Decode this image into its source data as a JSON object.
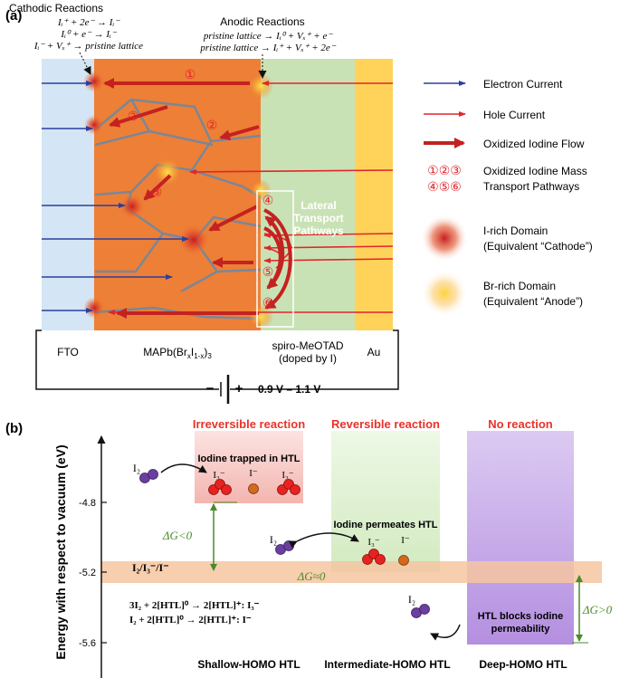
{
  "panel_a": {
    "label": "(a)",
    "cathodic": {
      "title": "Cathodic Reactions",
      "eq1": "Iᵢ⁺ + 2e⁻ → Iᵢ⁻",
      "eq2": "Iᵢ⁰ + e⁻ → Iᵢ⁻",
      "eq3": "Iᵢ⁻ + Vₓ⁺ → pristine lattice"
    },
    "anodic": {
      "title": "Anodic Reactions",
      "eq1": "pristine lattice → Iᵢ⁰ + Vₓ⁺ + e⁻",
      "eq2": "pristine lattice → Iᵢ⁺ + Vₓ⁺ + 2e⁻"
    },
    "layers": {
      "fto": "FTO",
      "perovskite": "MAPb(Br",
      "perovskite_x": "x",
      "perovskite_mid": "I",
      "perovskite_1x": "1-x",
      "perovskite_end": ")",
      "perovskite_3": "3",
      "htl": "spiro-MeOTAD",
      "htl_sub": "(doped by I)",
      "au": "Au"
    },
    "battery": {
      "minus": "−",
      "plus": "+",
      "voltage": "0.9 V – 1.1 V"
    },
    "lateral": {
      "line1": "Lateral",
      "line2": "Transport",
      "line3": "Pathways"
    },
    "pathway_numbers": [
      "①",
      "②",
      "②",
      "③",
      "④",
      "⑤",
      "⑥"
    ],
    "legend": {
      "electron": "Electron Current",
      "hole": "Hole Current",
      "iodine_flow": "Oxidized Iodine Flow",
      "mass_nums1": "①②③",
      "mass_nums2": "④⑤⑥",
      "mass_line1": "Oxidized Iodine Mass",
      "mass_line2": "Transport Pathways",
      "irich_line1": "I-rich Domain",
      "irich_line2": "(Equivalent “Cathode”)",
      "brrich_line1": "Br-rich Domain",
      "brrich_line2": "(Equivalent “Anode”)"
    },
    "colors": {
      "electron": "#2b3f9e",
      "hole": "#e0252b",
      "iodine_flow": "#c42220",
      "fto": "#d4e6f5",
      "perovskite": "#ee7f36",
      "htl": "#c9e2b5",
      "au": "#ffd35a"
    }
  },
  "panel_b": {
    "label": "(b)",
    "y_axis_label": "Energy with respect to vacuum (eV)",
    "ticks": [
      "-4.8",
      "-5.2",
      "-5.6"
    ],
    "sections": {
      "irreversible": "Irreversible reaction",
      "reversible": "Reversible reaction",
      "none": "No reaction"
    },
    "box1_title": "Iodine trapped in HTL",
    "box2_title": "Iodine permeates HTL",
    "box3_line1": "HTL blocks iodine",
    "box3_line2": "permeability",
    "species": {
      "I2": "I₂",
      "I3": "I₃⁻",
      "Im": "I⁻"
    },
    "redox_label": "I₂/I₃⁻/I⁻",
    "dG_lt": "ΔG<0",
    "dG_eq": "ΔG≈0",
    "dG_gt": "ΔG>0",
    "rxn1": "3I₂ + 2[HTL]⁰ → 2[HTL]⁺: I₃⁻",
    "rxn2": "I₂ + 2[HTL]⁰ → 2[HTL]⁺: I⁻",
    "x_labels": [
      "Shallow-HOMO HTL",
      "Intermediate-HOMO HTL",
      "Deep-HOMO HTL"
    ],
    "colors": {
      "section_title": "#e8332a",
      "band": "#f6c6a0",
      "box1": "#f7c9c6",
      "box2": "#dcefcc",
      "box3": "#c6a6e6",
      "dg_arrow": "#4b8a2a",
      "I2": "#6b3fa0",
      "I3": "#e8231f",
      "Im": "#d2691e"
    }
  }
}
